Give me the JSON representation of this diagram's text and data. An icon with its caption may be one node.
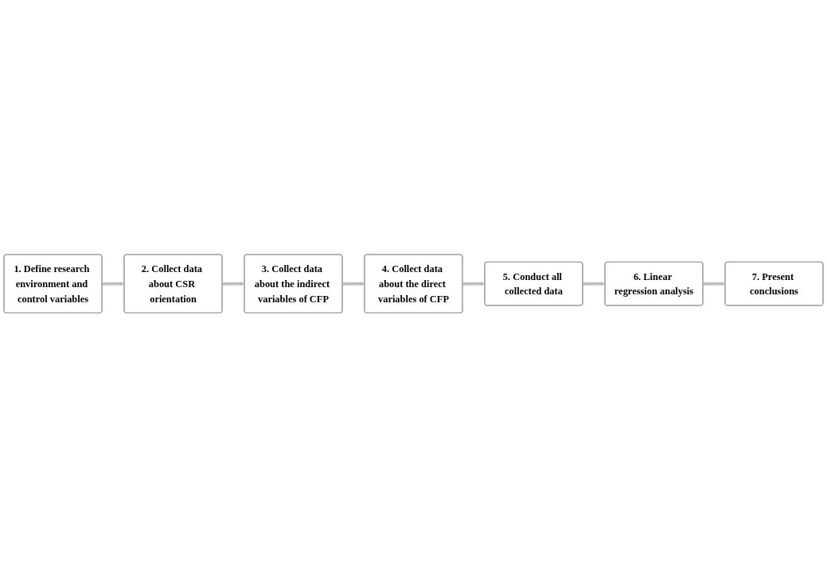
{
  "diagram": {
    "nodes": [
      {
        "text": [
          "1. Define research environment and control variables"
        ]
      },
      {
        "text": [
          "2. Collect data about CSR orientation"
        ]
      },
      {
        "text": [
          "3. Collect data about the indirect variables of CFP"
        ]
      },
      {
        "text": [
          "4. Collect data about the direct variables of CFP"
        ]
      },
      {
        "text": [
          "5. Conduct all collected data"
        ]
      },
      {
        "text": [
          "6. Linear regression analysis"
        ]
      },
      {
        "text": [
          "7. Present conclusions"
        ]
      }
    ],
    "edges": [
      {
        "from": 0,
        "to": 1,
        "arrow": "to"
      },
      {
        "from": 1,
        "to": 2,
        "arrow": "to"
      },
      {
        "from": 2,
        "to": 3,
        "arrow": "to"
      },
      {
        "from": 3,
        "to": 4,
        "arrow": "to"
      },
      {
        "from": 4,
        "to": 5,
        "arrow": "to"
      },
      {
        "from": 5,
        "to": 6,
        "arrow": "to"
      }
    ]
  }
}
